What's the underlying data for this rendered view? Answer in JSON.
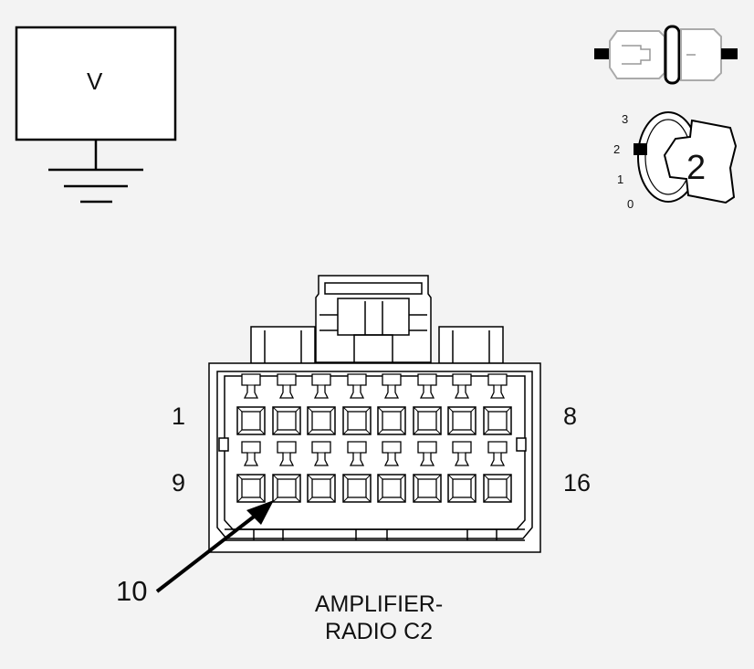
{
  "voltmeter": {
    "symbol": "V"
  },
  "ignition": {
    "positions": [
      "3",
      "2",
      "1",
      "0"
    ],
    "selected": "2"
  },
  "connector": {
    "pin_left_top": "1",
    "pin_right_top": "8",
    "pin_left_bottom": "9",
    "pin_right_bottom": "16",
    "callout": "10",
    "title_line1": "AMPLIFIER-",
    "title_line2": "RADIO C2"
  },
  "colors": {
    "background": "#f3f3f3",
    "line": "#000000",
    "fill": "#ffffff"
  }
}
